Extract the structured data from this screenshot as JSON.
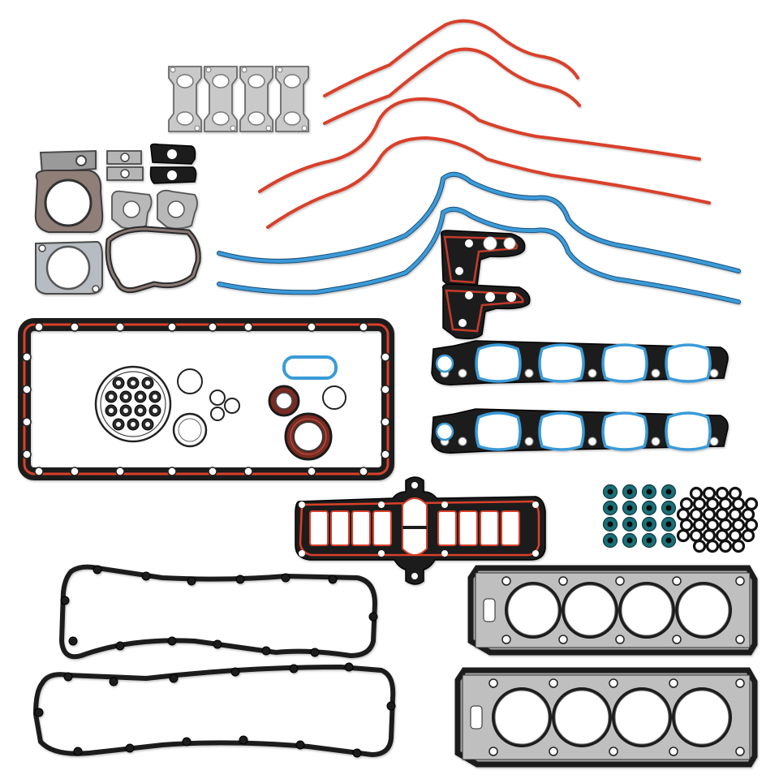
{
  "image": {
    "subject": "engine-gasket-kit",
    "background": "#ffffff",
    "colors": {
      "red_gasket": "#d9412c",
      "blue_gasket": "#3a9bd8",
      "black_gasket": "#1c1c1c",
      "metal_gasket": "#c9c9c9",
      "dark_red_core": "#7a2b22"
    },
    "component_counts": {
      "exhaust_manifold_ports": 4,
      "intake_manifold_ports_per_side": 4,
      "valve_stem_seals": 16,
      "small_o_rings": 32,
      "head_gasket_cylinders_per_side": 4
    }
  }
}
